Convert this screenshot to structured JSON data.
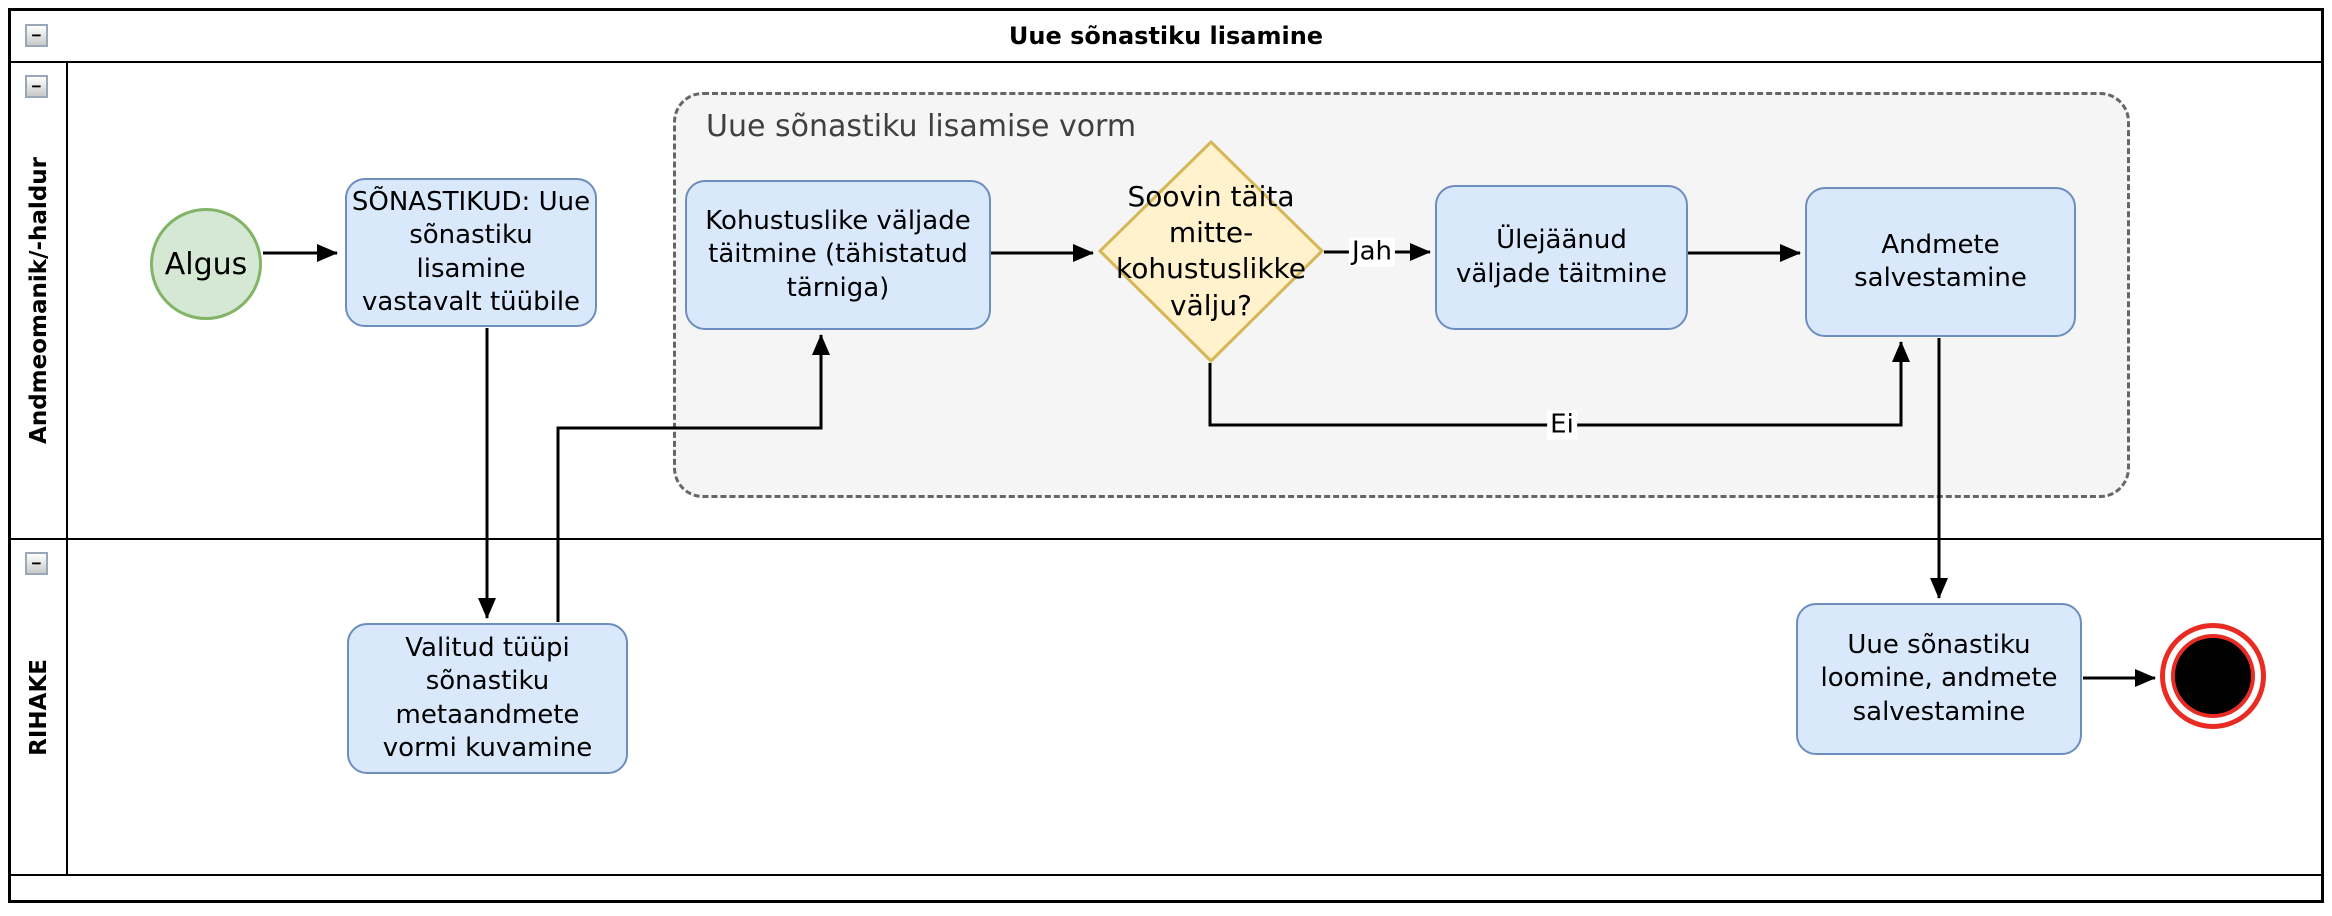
{
  "pool": {
    "title": "Uue sõnastiku lisamine",
    "collapse_glyph": "−"
  },
  "lanes": [
    {
      "label": "Andmeomanik/-haldur",
      "collapse_glyph": "−"
    },
    {
      "label": "RIHAKE",
      "collapse_glyph": "−"
    }
  ],
  "group": {
    "label": "Uue sõnastiku lisamise vorm"
  },
  "nodes": {
    "start": {
      "label": "Algus"
    },
    "task_sonastikud": {
      "label": "SÕNASTIKUD: Uue\nsõnastiku lisamine\nvastavalt tüübile"
    },
    "task_kohustuslike": {
      "label": "Kohustuslike väljade\ntäitmine (tähistatud\ntärniga)"
    },
    "decision": {
      "label": "Soovin täita\nmitte-\nkohustuslikke\nvälju?"
    },
    "task_ulejaanud": {
      "label": "Ülejäänud\nväljade täitmine"
    },
    "task_andmete": {
      "label": "Andmete\nsalvestamine"
    },
    "task_valitud": {
      "label": "Valitud tüüpi\nsõnastiku\nmetaandmete\nvormi kuvamine"
    },
    "task_uus": {
      "label": "Uue sõnastiku\nloomine, andmete\nsalvestamine"
    }
  },
  "edges": {
    "jah_label": "Jah",
    "ei_label": "Ei"
  },
  "colors": {
    "task_fill": "#dae8fc",
    "task_border": "#6c8ebf",
    "start_fill": "#d5e8d4",
    "start_border": "#82b366",
    "decision_fill": "#fff2cc",
    "decision_border": "#d6b656",
    "group_fill": "#f5f5f5",
    "group_border": "#666666",
    "group_label": "#404040",
    "end_ring": "#e82c23",
    "end_fill": "#000000",
    "line": "#000000",
    "pool_border": "#000000"
  }
}
